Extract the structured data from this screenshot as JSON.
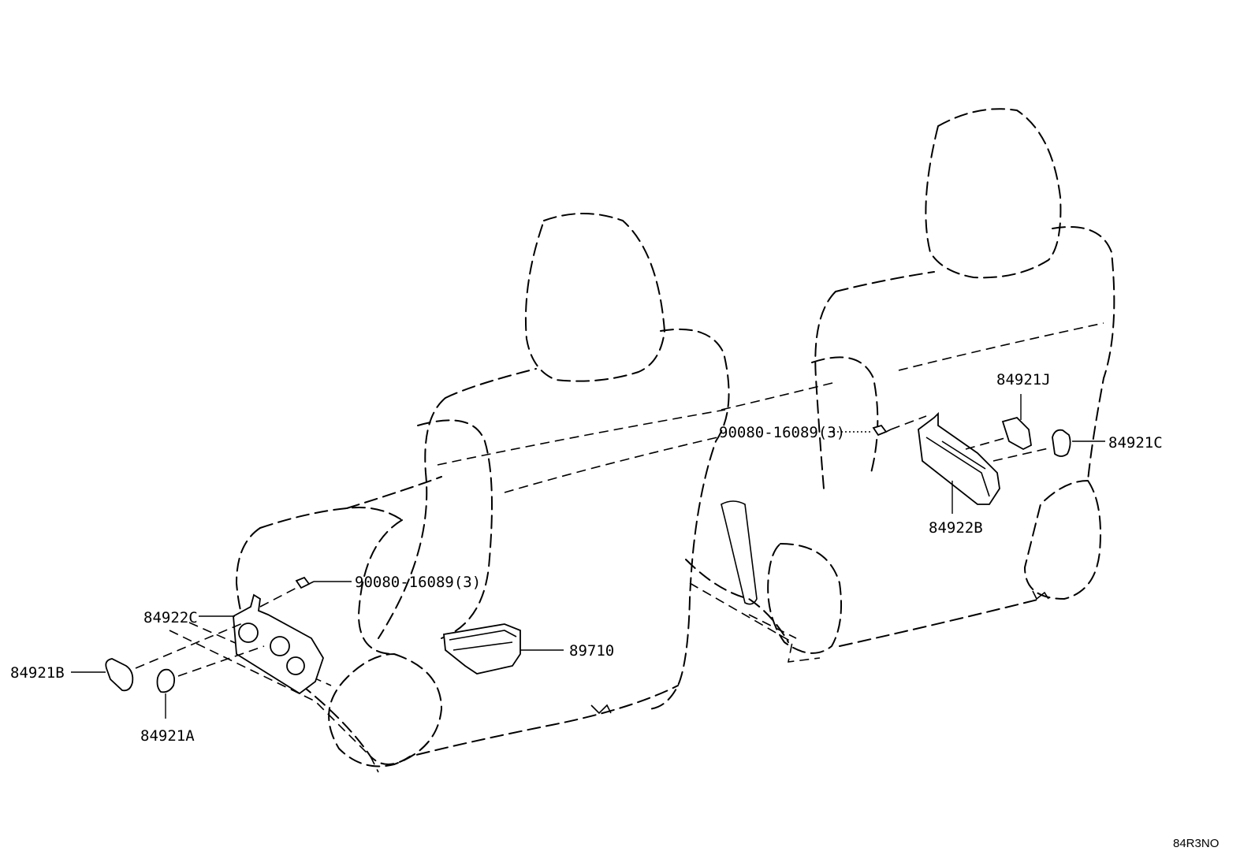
{
  "callouts": {
    "bolt_left": "90080-16089(3)",
    "switch_left": "84922C",
    "knob_b": "84921B",
    "knob_a": "84921A",
    "module": "89710",
    "bolt_right": "90080-16089(3)",
    "knob_j": "84921J",
    "knob_c": "84921C",
    "switch_right": "84922B"
  },
  "reference_code": "84R3NO"
}
